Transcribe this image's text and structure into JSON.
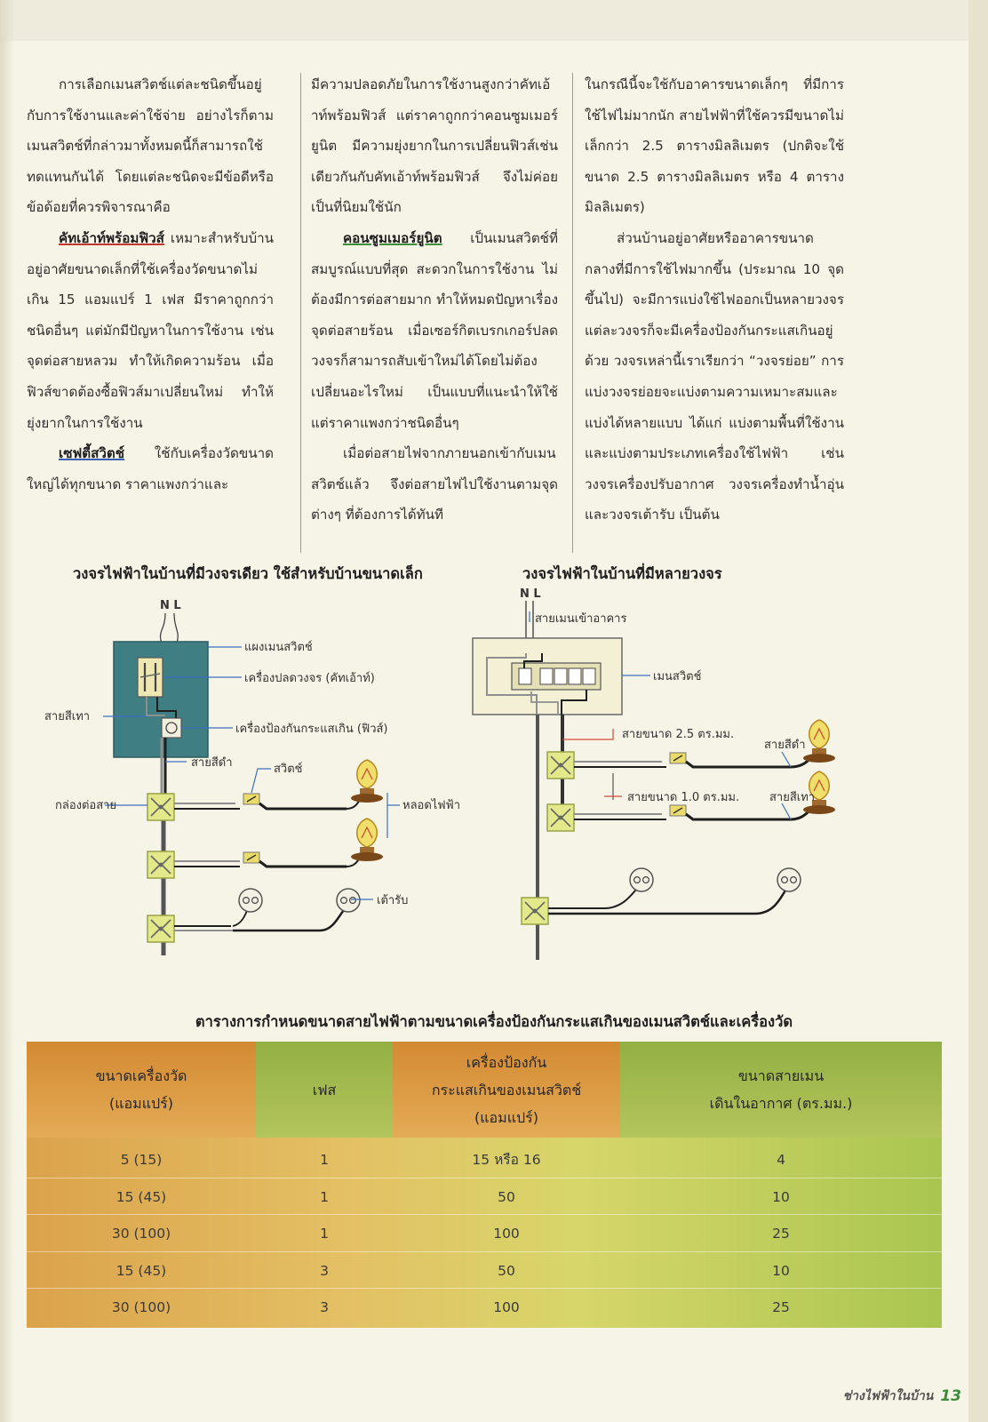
{
  "columns": {
    "col1": {
      "p1": "การเลือกเมนสวิตช์แต่ละชนิดขึ้นอยู่กับการใช้งานและค่าใช้จ่าย อย่างไรก็ตาม เมนสวิตช์ที่กล่าวมาทั้งหมดนี้ก็สามารถใช้ทดแทนกันได้ โดยแต่ละชนิดจะมีข้อดีหรือข้อด้อยที่ควรพิจารณาคือ",
      "p2_term": "คัทเอ้าท์พร้อมฟิวส์",
      "p2_text": " เหมาะสำหรับบ้านอยู่อาศัยขนาดเล็กที่ใช้เครื่องวัดขนาดไม่เกิน 15 แอมแปร์ 1 เฟส มีราคาถูกกว่าชนิดอื่นๆ แต่มักมีปัญหาในการใช้งาน เช่น จุดต่อสายหลวม ทำให้เกิดความร้อน เมื่อฟิวส์ขาดต้องซื้อฟิวส์มาเปลี่ยนใหม่ ทำให้ยุ่งยากในการใช้งาน",
      "p3_term": "เซฟตี้สวิตช์",
      "p3_text": " ใช้กับเครื่องวัดขนาดใหญ่ได้ทุกขนาด ราคาแพงกว่าและ"
    },
    "col2": {
      "p1": "มีความปลอดภัยในการใช้งานสูงกว่าคัทเอ้าท์พร้อมฟิวส์ แต่ราคาถูกกว่าคอนซูมเมอร์ยูนิต มีความยุ่งยากในการเปลี่ยนฟิวส์เช่นเดียวกันกับคัทเอ้าท์พร้อมฟิวส์ จึงไม่ค่อยเป็นที่นิยมใช้นัก",
      "p2_term": "คอนซูมเมอร์ยูนิต",
      "p2_text": " เป็นเมนสวิตช์ที่สมบูรณ์แบบที่สุด สะดวกในการใช้งาน ไม่ต้องมีการต่อสายมาก ทำให้หมดปัญหาเรื่องจุดต่อสายร้อน เมื่อเซอร์กิตเบรกเกอร์ปลดวงจรก็สามารถสับเข้าใหม่ได้โดยไม่ต้องเปลี่ยนอะไรใหม่ เป็นแบบที่แนะนำให้ใช้ แต่ราคาแพงกว่าชนิดอื่นๆ",
      "p3": "เมื่อต่อสายไฟจากภายนอกเข้ากับเมนสวิตช์แล้ว จึงต่อสายไฟไปใช้งานตามจุดต่างๆ ที่ต้องการได้ทันที"
    },
    "col3": {
      "p1": "ในกรณีนี้จะใช้กับอาคารขนาดเล็กๆ ที่มีการใช้ไฟไม่มากนัก สายไฟฟ้าที่ใช้ควรมีขนาดไม่เล็กกว่า 2.5 ตารางมิลลิเมตร (ปกติจะใช้ขนาด 2.5 ตารางมิลลิเมตร หรือ 4 ตารางมิลลิเมตร)",
      "p2": "ส่วนบ้านอยู่อาศัยหรืออาคารขนาดกลางที่มีการใช้ไฟมากขึ้น (ประมาณ 10 จุดขึ้นไป) จะมีการแบ่งใช้ไฟออกเป็นหลายวงจร แต่ละวงจรก็จะมีเครื่องป้องกันกระแสเกินอยู่ด้วย วงจรเหล่านี้เราเรียกว่า “วงจรย่อย” การแบ่งวงจรย่อยจะแบ่งตามความเหมาะสมและแบ่งได้หลายแบบ ได้แก่ แบ่งตามพื้นที่ใช้งานและแบ่งตามประเภทเครื่องใช้ไฟฟ้า เช่น วงจรเครื่องปรับอากาศ วงจรเครื่องทำน้ำอุ่น และวงจรเต้ารับ เป็นต้น"
    }
  },
  "diagram_left": {
    "title": "วงจรไฟฟ้าในบ้านที่มีวงจรเดียว ใช้สำหรับบ้านขนาดเล็ก",
    "nl": "N L",
    "labels": {
      "main_panel": "แผงเมนสวิตช์",
      "cutout": "เครื่องปลดวงจร (คัทเอ้าท์)",
      "fuse": "เครื่องป้องกันกระแสเกิน (ฟิวส์)",
      "grey_wire": "สายสีเทา",
      "black_wire": "สายสีดำ",
      "switch": "สวิตช์",
      "junction_box": "กล่องต่อสาย",
      "lamp": "หลอดไฟฟ้า",
      "outlet": "เต้ารับ"
    }
  },
  "diagram_right": {
    "title": "วงจรไฟฟ้าในบ้านที่มีหลายวงจร",
    "nl": "N L",
    "labels": {
      "service_wire": "สายเมนเข้าอาคาร",
      "main_switch": "เมนสวิตช์",
      "wire_25": "สายขนาด 2.5 ตร.มม.",
      "black_wire": "สายสีดำ",
      "wire_10": "สายขนาด 1.0 ตร.มม.",
      "grey_wire": "สายสีเทา"
    }
  },
  "table": {
    "title": "ตารางการกำหนดขนาดสายไฟฟ้าตามขนาดเครื่องป้องกันกระแสเกินของเมนสวิตช์และเครื่องวัด",
    "headers": [
      [
        "ขนาดเครื่องวัด",
        "(แอมแปร์)"
      ],
      [
        "เฟส"
      ],
      [
        "เครื่องป้องกัน",
        "กระแสเกินของเมนสวิตช์",
        "(แอมแปร์)"
      ],
      [
        "ขนาดสายเมน",
        "เดินในอากาศ (ตร.มม.)"
      ]
    ],
    "rows": [
      [
        "5 (15)",
        "1",
        "15 หรือ 16",
        "4"
      ],
      [
        "15 (45)",
        "1",
        "50",
        "10"
      ],
      [
        "30 (100)",
        "1",
        "100",
        "25"
      ],
      [
        "15 (45)",
        "3",
        "50",
        "10"
      ],
      [
        "30 (100)",
        "3",
        "100",
        "25"
      ]
    ]
  },
  "footer": {
    "text": "ช่างไฟฟ้าในบ้าน",
    "page": "13"
  },
  "colors": {
    "panel_teal": "#3f7f84",
    "wire_black": "#1e1e1e",
    "wire_grey": "#8f8f8f",
    "label_line_blue": "#3c6fc0",
    "label_line_red": "#d24b3a",
    "header_orange": "#d9913a",
    "header_green": "#9eb84b"
  }
}
